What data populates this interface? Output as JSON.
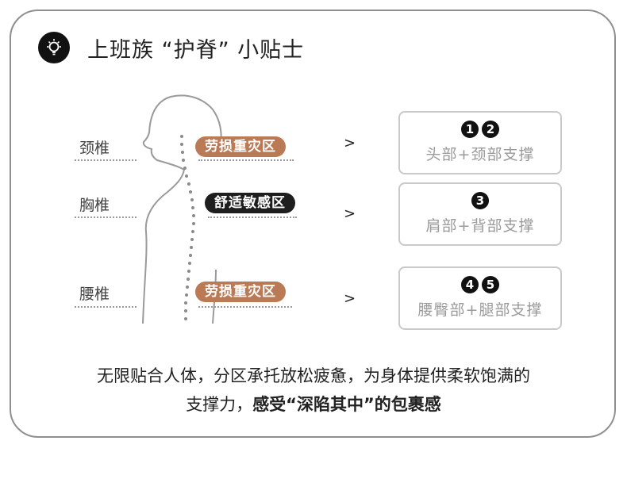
{
  "title": "上班族 “护脊” 小贴士",
  "icons": {
    "title_icon": "lightbulb-icon",
    "arrow_icon": "chevron-right"
  },
  "colors": {
    "brown_badge": "#b97a55",
    "dark_badge": "#1e1e1e",
    "border": "#8f8f8f"
  },
  "regions": [
    {
      "label": "颈椎",
      "badge": "劳损重灾区",
      "badge_style": "brown",
      "arrow": ">",
      "numbers": [
        "1",
        "2"
      ],
      "support": "头部+颈部支撑"
    },
    {
      "label": "胸椎",
      "badge": "舒适敏感区",
      "badge_style": "dark",
      "arrow": ">",
      "numbers": [
        "3"
      ],
      "support": "肩部+背部支撑"
    },
    {
      "label": "腰椎",
      "badge": "劳损重灾区",
      "badge_style": "brown",
      "arrow": ">",
      "numbers": [
        "4",
        "5"
      ],
      "support": "腰臀部+腿部支撑"
    }
  ],
  "summary": {
    "line1": "无限贴合人体，分区承托放松疲惫，为身体提供柔软饱满的",
    "line2_normal": "支撑力，",
    "line2_bold": "感受“深陷其中”的包裹感"
  }
}
